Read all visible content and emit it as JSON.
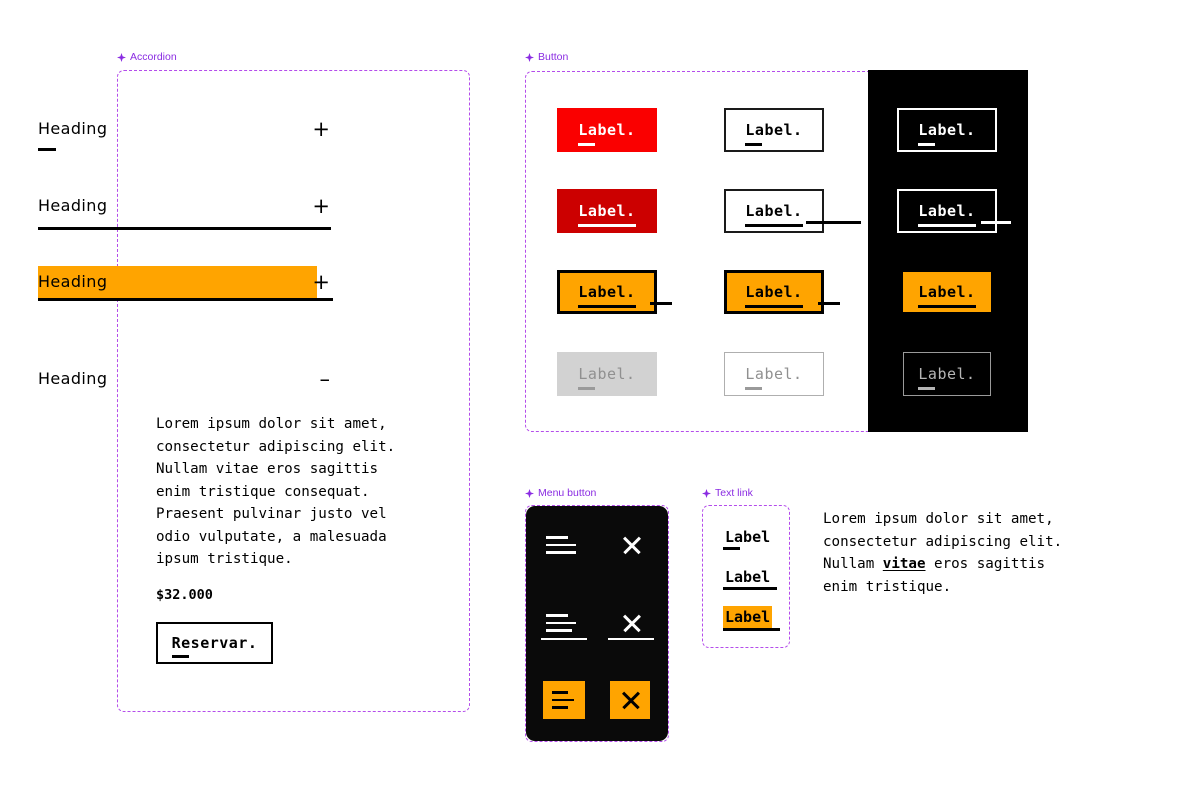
{
  "sections": {
    "accordion": {
      "label": "Accordion",
      "icon": "component-sparkle-icon"
    },
    "button": {
      "label": "Button",
      "icon": "component-sparkle-icon"
    },
    "menu": {
      "label": "Menu button",
      "icon": "component-sparkle-icon"
    },
    "textlink": {
      "label": "Text link",
      "icon": "component-sparkle-icon"
    }
  },
  "accordion": {
    "rows": [
      {
        "heading": "Heading",
        "sign": "+",
        "state": "focus",
        "highlight": false
      },
      {
        "heading": "Heading",
        "sign": "+",
        "state": "hover",
        "highlight": false
      },
      {
        "heading": "Heading",
        "sign": "+",
        "state": "active",
        "highlight": true
      },
      {
        "heading": "Heading",
        "sign": "–",
        "state": "expanded",
        "highlight": false
      }
    ],
    "body": "Lorem ipsum dolor sit amet,\nconsectetur adipiscing elit.\nNullam vitae eros sagittis\nenim tristique consequat.\nPraesent pulvinar justo vel\nodio vulputate, a malesuada\nipsum tristique.",
    "price": "$32.000",
    "cta": "Reservar."
  },
  "buttons": {
    "label": "Label.",
    "rows": [
      {
        "state": "default",
        "variants": [
          "red-solid",
          "outline",
          "dark-outline"
        ]
      },
      {
        "state": "hover",
        "variants": [
          "red-dark",
          "outline",
          "dark-outline"
        ]
      },
      {
        "state": "active",
        "variants": [
          "orange",
          "orange",
          "orange"
        ]
      },
      {
        "state": "disabled",
        "variants": [
          "disabled-fill",
          "disabled-outline",
          "dark-disabled"
        ]
      }
    ]
  },
  "menu": {
    "items": [
      {
        "icon": "hamburger-icon",
        "state": "default"
      },
      {
        "icon": "close-icon",
        "state": "default"
      },
      {
        "icon": "hamburger-icon",
        "state": "hover"
      },
      {
        "icon": "close-icon",
        "state": "hover"
      },
      {
        "icon": "hamburger-icon",
        "state": "active"
      },
      {
        "icon": "close-icon",
        "state": "active"
      }
    ]
  },
  "textlink": {
    "items": [
      {
        "label": "Label",
        "state": "default"
      },
      {
        "label": "Label",
        "state": "hover"
      },
      {
        "label": "Label",
        "state": "active"
      }
    ]
  },
  "paragraph": {
    "before": "Lorem ipsum dolor sit amet,\nconsectetur adipiscing elit.\nNullam ",
    "link": "vitae",
    "after": " eros sagittis\nenim tristique."
  },
  "colors": {
    "orange": "#FFA400",
    "red": "#FA0000",
    "red_dark": "#CC0000",
    "black": "#000000",
    "white": "#FFFFFF",
    "disabled_fill": "#D2D2D2",
    "disabled_text": "#909090",
    "frame_purple": "#B44DEB",
    "label_purple": "#8A2BE2"
  }
}
